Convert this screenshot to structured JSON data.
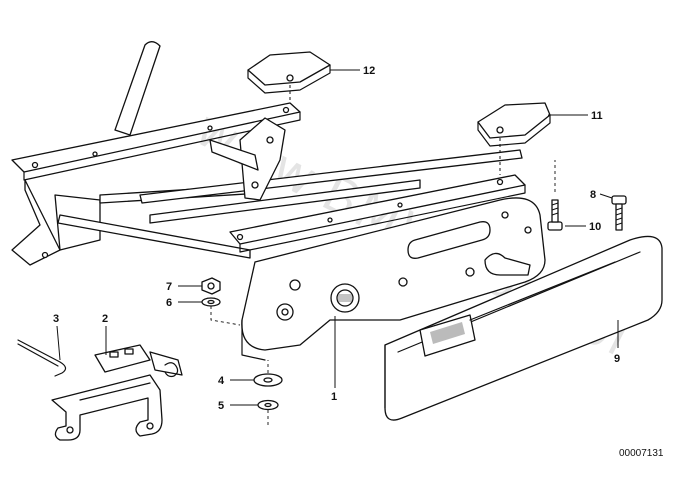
{
  "diagram": {
    "callouts": [
      {
        "id": "c1",
        "text": "1"
      },
      {
        "id": "c2",
        "text": "2"
      },
      {
        "id": "c3",
        "text": "3"
      },
      {
        "id": "c4",
        "text": "4"
      },
      {
        "id": "c5",
        "text": "5"
      },
      {
        "id": "c6",
        "text": "6"
      },
      {
        "id": "c7",
        "text": "7"
      },
      {
        "id": "c8",
        "text": "8"
      },
      {
        "id": "c9",
        "text": "9"
      },
      {
        "id": "c10",
        "text": "10"
      },
      {
        "id": "c11",
        "text": "11"
      },
      {
        "id": "c12",
        "text": "12"
      }
    ],
    "drawing_number": "00007131",
    "watermark": "www.BMWstore.pl"
  }
}
